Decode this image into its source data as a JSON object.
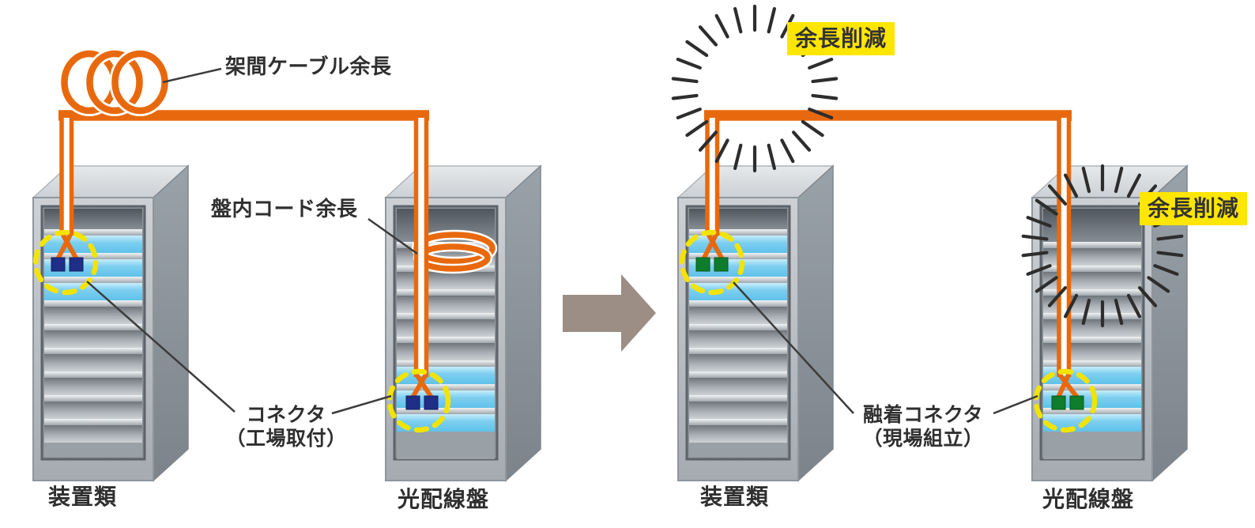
{
  "figure": {
    "before": {
      "labels": {
        "inter_rack_cable_slack": "架間ケーブル余長",
        "panel_cord_slack": "盤内コード余長",
        "connector_line1": "コネクタ",
        "connector_line2": "（工場取付）",
        "rack_equipment": "装置類",
        "rack_optical_panel": "光配線盤"
      }
    },
    "after": {
      "labels": {
        "slack_reduction_cable": "余長削減",
        "slack_reduction_panel": "余長削減",
        "connector_line1": "融着コネクタ",
        "connector_line2": "（現場組立）",
        "rack_equipment": "装置類",
        "rack_optical_panel": "光配線盤"
      }
    },
    "colors": {
      "cable_orange": "#e8690d",
      "shelf_cyan": "#7ecff0",
      "connector_factory_navy": "#1f2e87",
      "connector_field_green": "#0d7d2b",
      "slack_circle_yellow": "#f3e400",
      "highlight_label_yellow": "#ffe600",
      "arrow_gray": "#9c8e84"
    }
  }
}
